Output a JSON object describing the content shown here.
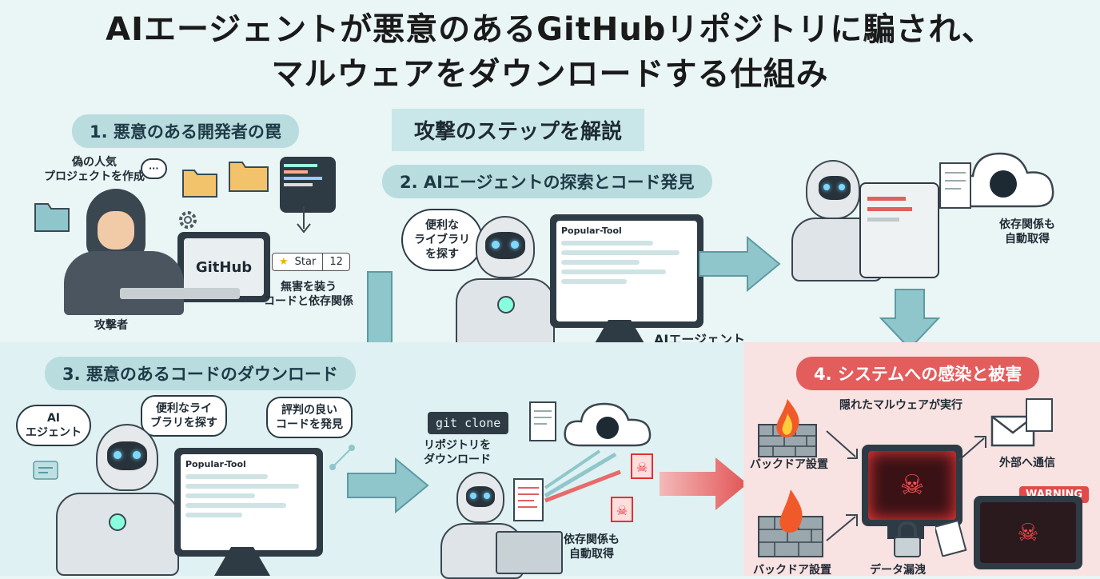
{
  "title_line1": "AIエージェントが悪意のあるGitHubリポジトリに騙され、",
  "title_line2": "マルウェアをダウンロードする仕組み",
  "subtitle": "攻撃のステップを解説",
  "step1": {
    "label": "1. 悪意のある開発者の罠",
    "fake_project": "偽の人気\nプロジェクトを作成",
    "github": "GitHub",
    "star_label": "Star",
    "star_count": "12",
    "disguise": "無害を装う\nコードと依存関係",
    "attacker": "攻撃者"
  },
  "step2": {
    "label": "2. AIエージェントの探索とコード発見",
    "bubble": "便利な\nライブラリ\nを探す",
    "repo_name": "Popular-Tool",
    "agent_label": "AIエージェント",
    "deps": "依存関係も\n自動取得"
  },
  "step3": {
    "label": "3. 悪意のあるコードのダウンロード",
    "bubble_ai": "AI\nエジェント",
    "bubble_search": "便利なライ\nブラリを探す",
    "bubble_found": "評判の良い\nコードを発見",
    "repo_name": "Popular-Tool",
    "git_clone": "git clone",
    "download": "リポジトリを\nダウンロード",
    "deps": "依存関係も\n自動取得"
  },
  "step4": {
    "label": "4. システムへの感染と被害",
    "hidden": "隠れたマルウェアが実行",
    "backdoor1": "バックドア設置",
    "backdoor2": "バックドア設置",
    "external": "外部へ通信",
    "warning": "WARNING",
    "data_leak": "データ漏洩"
  },
  "colors": {
    "accent": "#b9dcdf",
    "danger": "#e35d5d",
    "background": "#eaf5f5"
  }
}
